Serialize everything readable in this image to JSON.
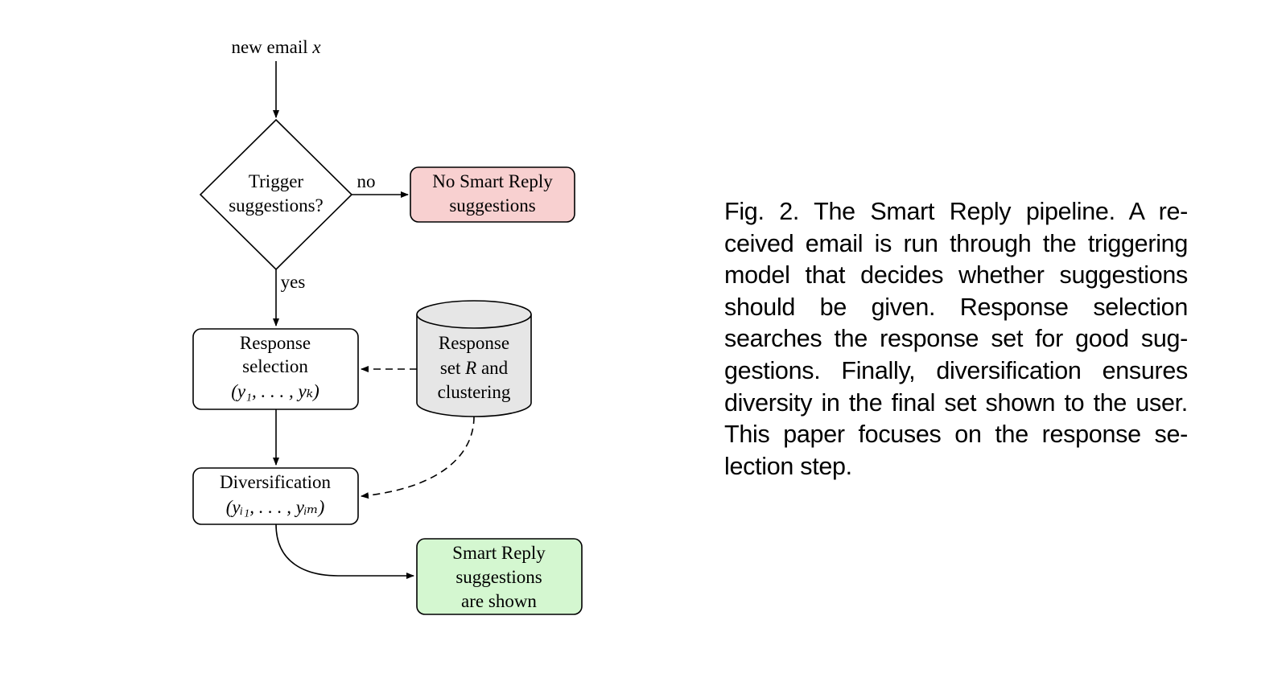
{
  "diagram": {
    "input_label": "new email",
    "input_var": "x",
    "trigger": {
      "line1": "Trigger",
      "line2": "suggestions?"
    },
    "edge_no": "no",
    "edge_yes": "yes",
    "no_reply": {
      "line1": "No Smart Reply",
      "line2": "suggestions",
      "fill": "#f8d0d0"
    },
    "response_selection": {
      "line1": "Response",
      "line2": "selection",
      "line3": "(y₁, . . . , yₖ)"
    },
    "response_set": {
      "line1": "Response",
      "line2a": "set",
      "line2var": "R",
      "line2b": "and",
      "line3": "clustering",
      "fill": "#e6e6e6"
    },
    "diversification": {
      "line1": "Diversification",
      "line2": "(yᵢ₁, . . . , yᵢₘ)"
    },
    "shown": {
      "line1": "Smart Reply",
      "line2": "suggestions",
      "line3": "are shown",
      "fill": "#d4f7d0"
    }
  },
  "caption": {
    "lines": [
      "Fig. 2.  The Smart Reply pipeline. A re-",
      "ceived email is run through the triggering",
      "model that decides whether suggestions",
      "should be given.  Response selection",
      "searches the response set for good sug-",
      "gestions. Finally, diversification ensures",
      "diversity in the final set shown to the user.",
      "This paper focuses on the response se-",
      "lection step."
    ]
  }
}
